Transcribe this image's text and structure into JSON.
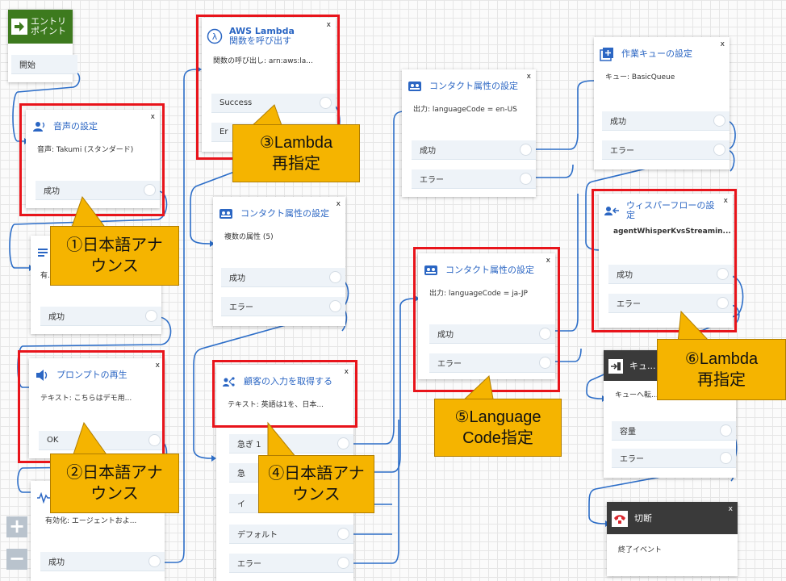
{
  "entry": {
    "title": "エントリポイント",
    "start": "開始"
  },
  "b1": {
    "title": "音声の設定",
    "desc": "音声: Takumi (スタンダード)",
    "b1": "成功"
  },
  "b2": {
    "desc": "有...",
    "b1": "成功"
  },
  "b3": {
    "title": "プロンプトの再生",
    "desc": "テキスト: こちらはデモ用...",
    "b1": "OK"
  },
  "b4": {
    "desc": "有効化: エージェントおよ...",
    "b1": "成功"
  },
  "lambda": {
    "title1": "AWS Lambda",
    "title2": "関数を呼び出す",
    "desc": "関数の呼び出し: arn:aws:la...",
    "b1": "Success",
    "b2": "Er"
  },
  "attrMulti": {
    "title": "コンタクト属性の設定",
    "desc": "複数の属性 (5)",
    "b1": "成功",
    "b2": "エラー"
  },
  "input": {
    "title": "顧客の入力を取得する",
    "desc": "テキスト: 英語は1を、日本...",
    "b1": "急ぎ 1",
    "b2": "急",
    "b3": "イ",
    "b4": "デフォルト",
    "b5": "エラー"
  },
  "attrUS": {
    "title": "コンタクト属性の設定",
    "desc": "出力: languageCode = en-US",
    "b1": "成功",
    "b2": "エラー"
  },
  "attrJP": {
    "title": "コンタクト属性の設定",
    "desc": "出力: languageCode = ja-JP",
    "b1": "成功",
    "b2": "エラー"
  },
  "queue": {
    "title": "作業キューの設定",
    "desc": "キュー: BasicQueue",
    "b1": "成功",
    "b2": "エラー"
  },
  "whisper": {
    "title": "ウィスパーフローの設定",
    "desc": "agentWhisperKvsStreamin...",
    "b1": "成功",
    "b2": "エラー"
  },
  "xfer": {
    "title": "キュ...",
    "desc": "キューへ転...",
    "b1": "容量",
    "b2": "エラー"
  },
  "disc": {
    "title": "切断",
    "desc": "終了イベント"
  },
  "callouts": {
    "c1": "①日本語アナウンス",
    "c2": "②日本語アナウンス",
    "c3": "③Lambda再指定",
    "c4": "④日本語アナウンス",
    "c5": "⑤Language Code指定",
    "c6": "⑥Lambda再指定"
  },
  "close": "x",
  "zoom": {
    "in": "+",
    "out": "−"
  }
}
